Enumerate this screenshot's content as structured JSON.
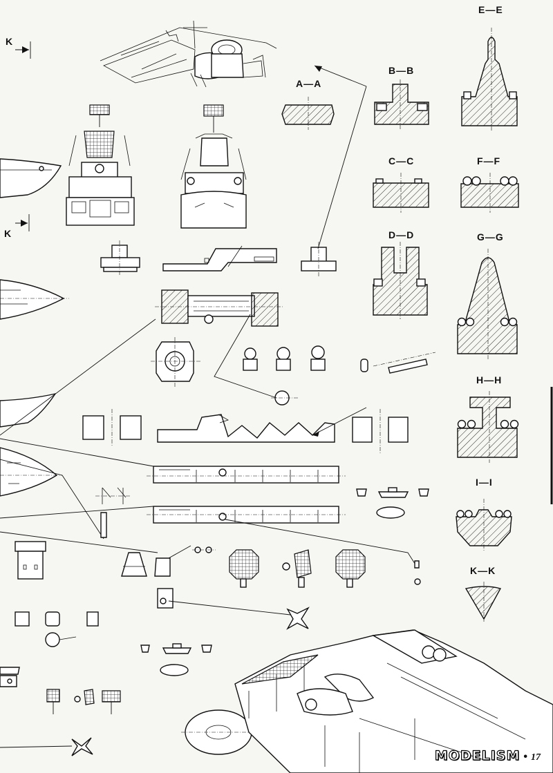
{
  "sections": [
    {
      "id": "A-A",
      "label": "A—A"
    },
    {
      "id": "B-B",
      "label": "B—B"
    },
    {
      "id": "C-C",
      "label": "C—C"
    },
    {
      "id": "D-D",
      "label": "D—D"
    },
    {
      "id": "E-E",
      "label": "E—E"
    },
    {
      "id": "F-F",
      "label": "F—F"
    },
    {
      "id": "G-G",
      "label": "G—G"
    },
    {
      "id": "H-H",
      "label": "H—H"
    },
    {
      "id": "I-I",
      "label": "I—I"
    },
    {
      "id": "K-K",
      "label": "K—K"
    }
  ],
  "view_marker": {
    "letter": "K"
  },
  "footer": {
    "brand": "MODELISM",
    "page": "17"
  },
  "colors": {
    "ink": "#111111",
    "paper": "#f6f6f2"
  }
}
